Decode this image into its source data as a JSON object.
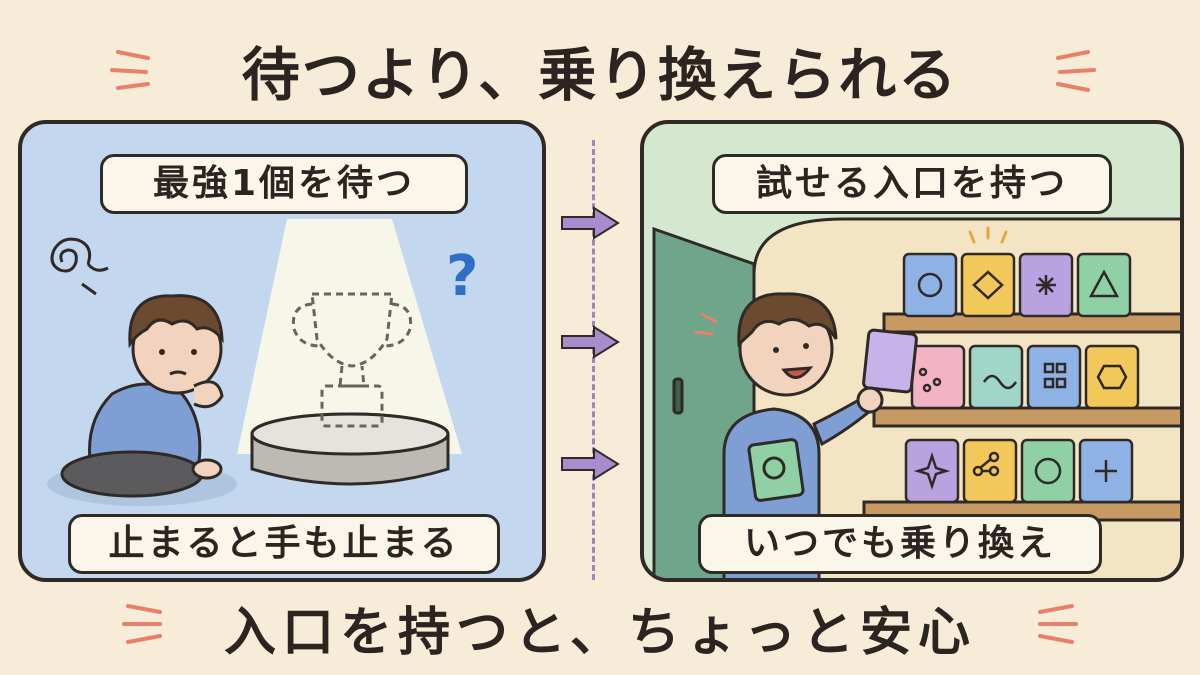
{
  "title": "待つより、乗り換えられる",
  "left_panel": {
    "heading": "最強1個を待つ",
    "caption": "止まると手も止まる",
    "question_mark": "?"
  },
  "right_panel": {
    "heading": "試せる入口を持つ",
    "caption": "いつでも乗り換え"
  },
  "footer": "入口を持つと、ちょっと安心",
  "colors": {
    "background": "#f7ecd8",
    "left_panel": "#c3d8ee",
    "right_panel": "#d4e8cf",
    "arrow": "#a98ccb",
    "accent_marks": "#e8806a"
  },
  "icons": [
    "trophy-outline-icon",
    "question-icon",
    "swirl-icon",
    "arrow-right-icon",
    "door-icon",
    "card-shelf-icon"
  ]
}
